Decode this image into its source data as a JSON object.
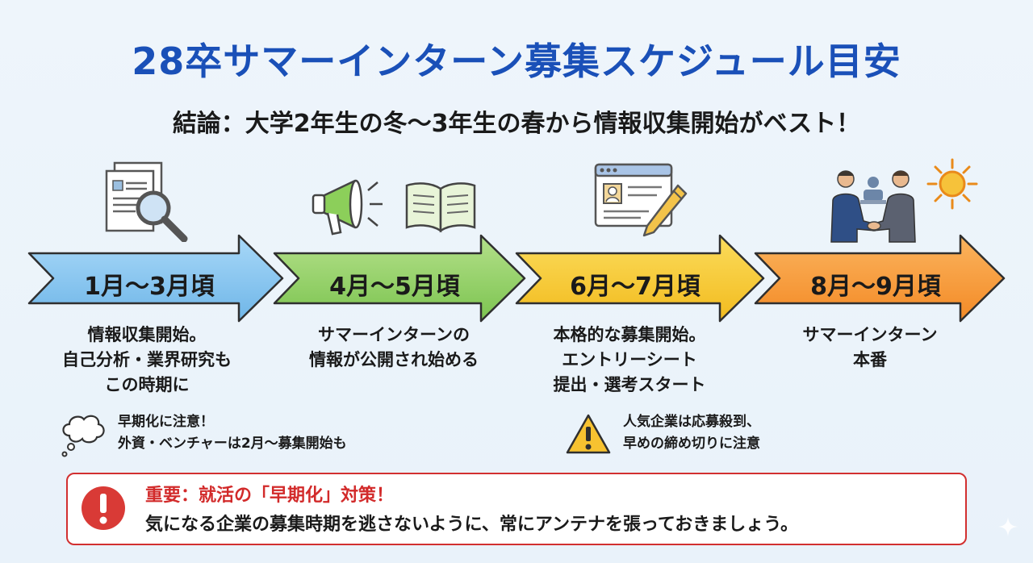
{
  "title": "28卒サマーインターン募集スケジュール目安",
  "subtitle": "結論：大学2年生の冬〜3年生の春から情報収集開始がベスト！",
  "phases": [
    {
      "label": "1月〜3月頃",
      "color": "#8cc8f0",
      "desc": [
        "情報収集開始。",
        "自己分析・業界研究も",
        "この時期に"
      ]
    },
    {
      "label": "4月〜5月頃",
      "color": "#96d26a",
      "desc": [
        "サマーインターンの",
        "情報が公開され始める"
      ]
    },
    {
      "label": "6月〜7月頃",
      "color": "#f7cc36",
      "desc": [
        "本格的な募集開始。",
        "エントリーシート",
        "提出・選考スタート"
      ]
    },
    {
      "label": "8月〜9月頃",
      "color": "#f8a042",
      "desc": [
        "サマーインターン",
        "本番"
      ]
    }
  ],
  "notes": [
    {
      "icon": "thought-bubble-icon",
      "lines": [
        "早期化に注意！",
        "外資・ベンチャーは2月〜募集開始も"
      ]
    },
    {
      "icon": "warning-icon",
      "lines": [
        "人気企業は応募殺到、",
        "早めの締め切りに注意"
      ]
    }
  ],
  "alert": {
    "title": "重要：就活の「早期化」対策！",
    "body": "気になる企業の募集時期を逃さないように、常にアンテナを張っておきましょう。"
  }
}
